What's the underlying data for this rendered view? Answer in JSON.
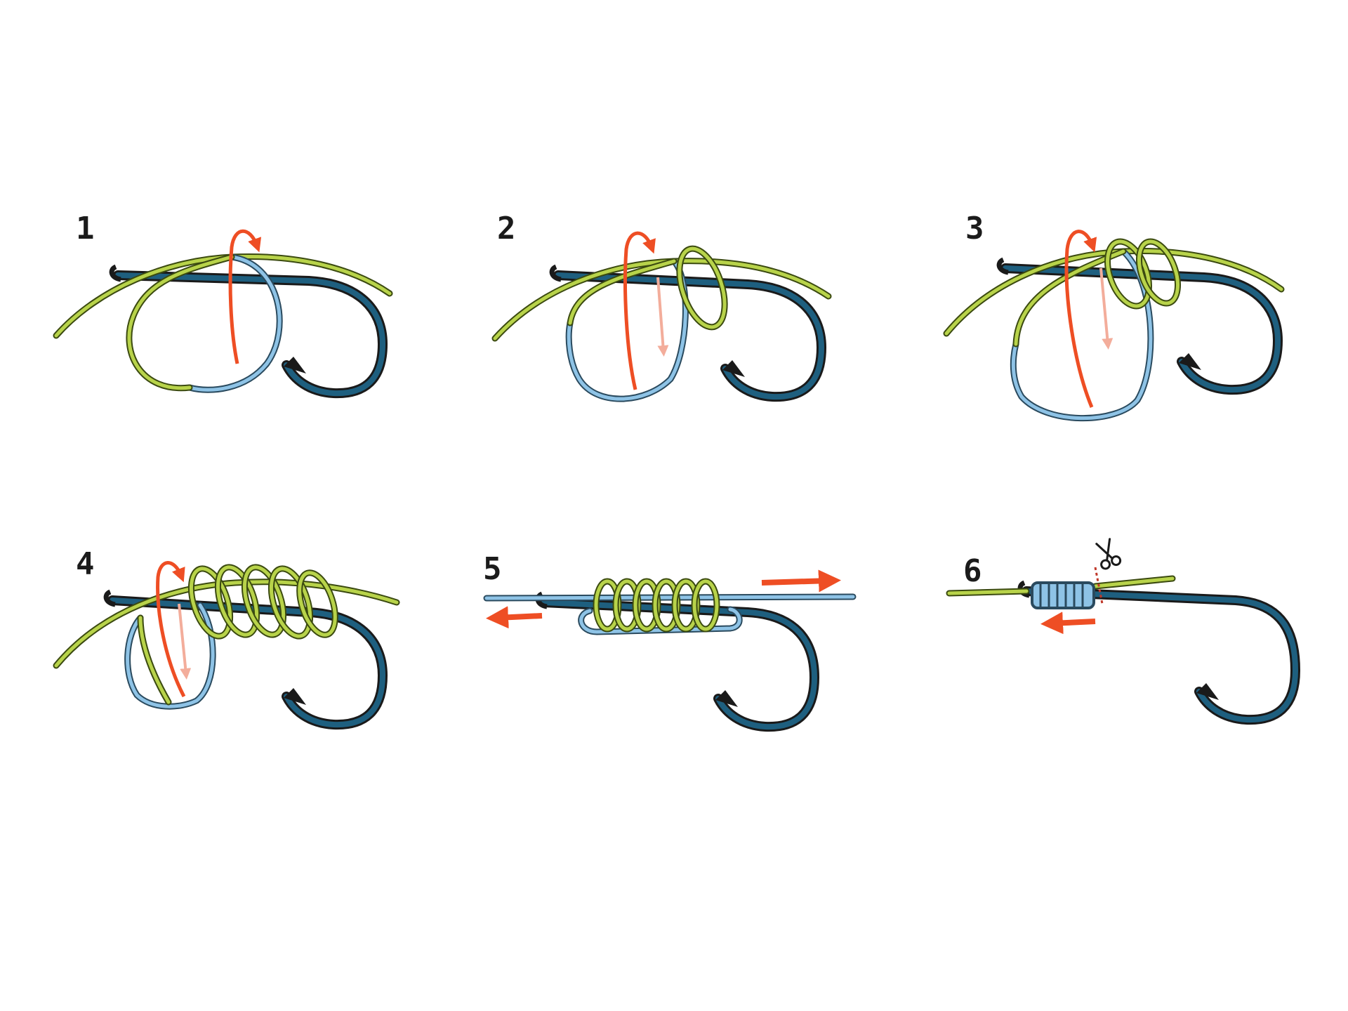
{
  "steps": [
    {
      "number": "1"
    },
    {
      "number": "2"
    },
    {
      "number": "3"
    },
    {
      "number": "4"
    },
    {
      "number": "5"
    },
    {
      "number": "6"
    }
  ],
  "colors": {
    "line_tag": "#b8d34a",
    "line_main": "#8ec3e6",
    "arrow": "#ee4e24",
    "arrow_faded": "#f3ad9b",
    "hook_fill": "#1e5f7f",
    "hook_outline": "#1a1a1a"
  },
  "icons": {
    "scissors": "scissors-icon",
    "arrow": "arrow-icon"
  }
}
